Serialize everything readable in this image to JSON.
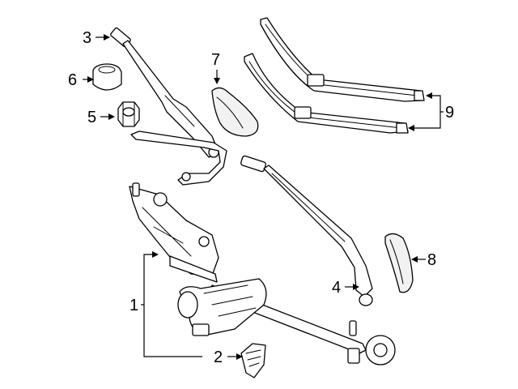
{
  "callouts": {
    "c1": "1",
    "c2": "2",
    "c3": "3",
    "c4": "4",
    "c5": "5",
    "c6": "6",
    "c7": "7",
    "c8": "8",
    "c9": "9"
  },
  "parts": [
    {
      "number": "1",
      "icon": "wiper-motor-linkage-icon"
    },
    {
      "number": "2",
      "icon": "bracket-clip-icon"
    },
    {
      "number": "3",
      "icon": "wiper-arm-left-icon"
    },
    {
      "number": "4",
      "icon": "wiper-arm-right-icon"
    },
    {
      "number": "5",
      "icon": "hex-nut-icon"
    },
    {
      "number": "6",
      "icon": "nut-cap-icon"
    },
    {
      "number": "7",
      "icon": "arm-cover-icon"
    },
    {
      "number": "8",
      "icon": "arm-cap-icon"
    },
    {
      "number": "9",
      "icon": "wiper-blade-icon"
    }
  ],
  "colors": {
    "ink": "#000000",
    "background": "#ffffff"
  }
}
